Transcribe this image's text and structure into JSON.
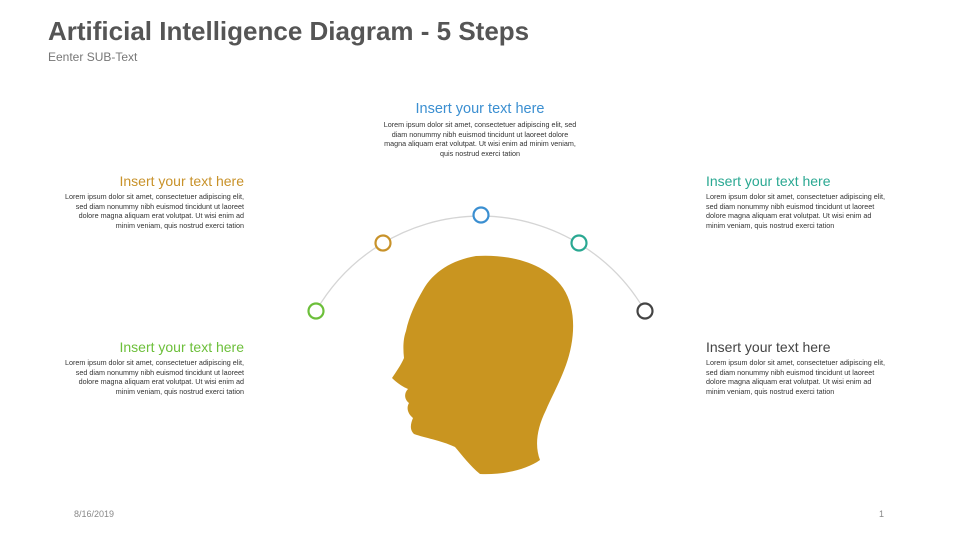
{
  "slide": {
    "title": "Artificial Intelligence Diagram - 5 Steps",
    "subtitle": "Eenter SUB-Text"
  },
  "colors": {
    "head": "#C99520",
    "arc": "#D5D5D5",
    "step_green": "#6CBF3A",
    "step_orange": "#C8922A",
    "step_blue": "#3B8FD1",
    "step_teal": "#2AA892",
    "step_dark": "#444444"
  },
  "steps": {
    "top": {
      "title": "Insert your text here",
      "body": "Lorem ipsum dolor sit amet, consectetuer adipiscing elit, sed diam nonummy nibh euismod tincidunt ut laoreet dolore magna aliquam erat volutpat. Ut wisi enim ad minim veniam, quis nostrud exerci tation",
      "color": "#3B8FD1",
      "icon": "ring-marker-icon"
    },
    "left_upper": {
      "title": "Insert your text here",
      "body": "Lorem ipsum dolor sit amet, consectetuer adipiscing elit, sed diam nonummy nibh euismod tincidunt ut laoreet dolore magna aliquam erat volutpat. Ut wisi enim ad minim veniam, quis nostrud exerci tation",
      "color": "#C8922A",
      "icon": "ring-marker-icon"
    },
    "left_lower": {
      "title": "Insert your text here",
      "body": "Lorem ipsum dolor sit amet, consectetuer adipiscing elit, sed diam nonummy nibh euismod tincidunt ut laoreet dolore magna aliquam erat volutpat. Ut wisi enim ad minim veniam, quis nostrud exerci tation",
      "color": "#6CBF3A",
      "icon": "ring-marker-icon"
    },
    "right_upper": {
      "title": "Insert your text here",
      "body": "Lorem ipsum dolor sit amet, consectetuer adipiscing elit, sed diam nonummy nibh euismod tincidunt ut laoreet dolore magna aliquam erat volutpat. Ut wisi enim ad minim veniam, quis nostrud exerci tation",
      "color": "#2AA892",
      "icon": "ring-marker-icon"
    },
    "right_lower": {
      "title": "Insert your text here",
      "body": "Lorem ipsum dolor sit amet, consectetuer adipiscing elit, sed diam nonummy nibh euismod tincidunt ut laoreet dolore magna aliquam erat volutpat. Ut wisi enim ad minim veniam, quis nostrud exerci tation",
      "color": "#444444",
      "icon": "ring-marker-icon"
    }
  },
  "head_icon": "human-head-silhouette-icon",
  "footer": {
    "date": "8/16/2019",
    "page_number": "1"
  }
}
